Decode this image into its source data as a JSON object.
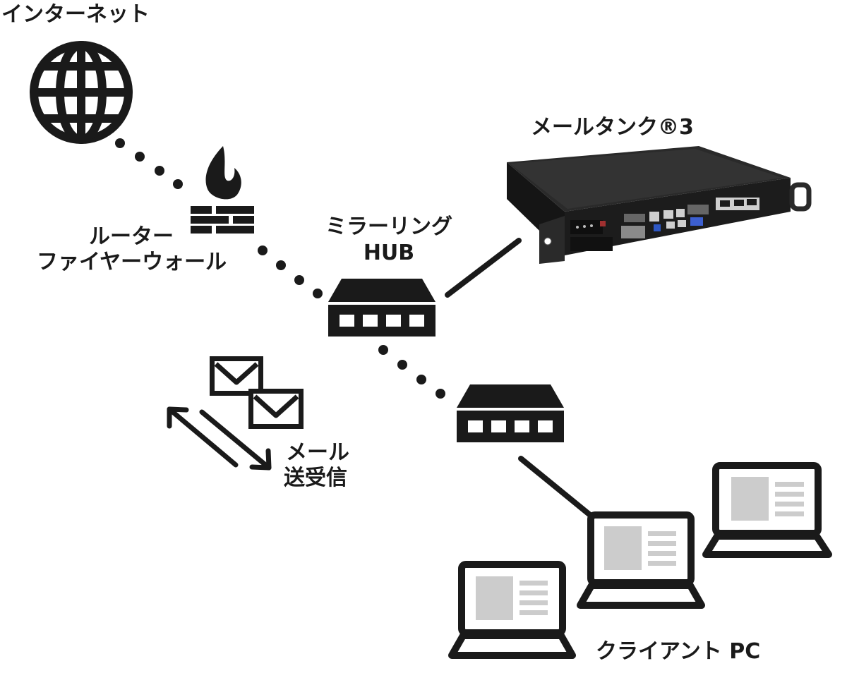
{
  "labels": {
    "internet": "インターネット",
    "router_line1": "ルーター",
    "router_line2": "ファイヤーウォール",
    "hub_line1": "ミラーリング",
    "hub_line2": "HUB",
    "mailtank": "メールタンク®3",
    "mail_line1": "メール",
    "mail_line2": "送受信",
    "clients": "クライアント PC"
  },
  "icons": {
    "internet": "globe-icon",
    "firewall": "firewall-flame-icon",
    "hub": "network-hub-icon",
    "switch": "network-switch-icon",
    "server": "rack-server-icon",
    "mail": "envelope-icon",
    "arrows": "bidirectional-arrow-icon",
    "laptop": "laptop-icon"
  },
  "colors": {
    "ink": "#1a1a1a",
    "screen_gray": "#cccccc",
    "server_body": "#1c1c1c"
  }
}
